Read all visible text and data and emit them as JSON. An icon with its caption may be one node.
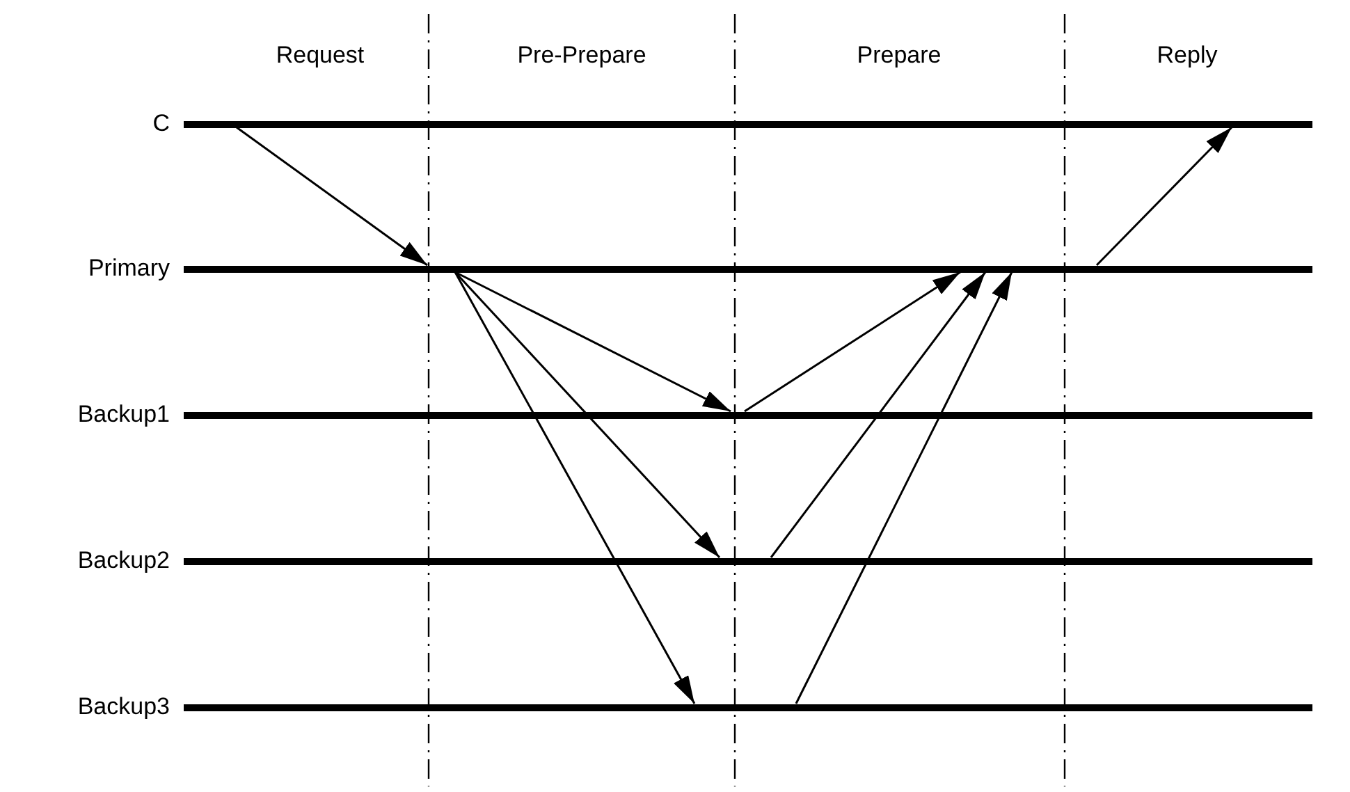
{
  "diagram": {
    "nodes": [
      {
        "text": [],
        "shape": "bar",
        "beside": [
          "C"
        ]
      },
      {
        "text": [],
        "shape": "bar",
        "beside": [
          "Primary"
        ]
      },
      {
        "text": [],
        "shape": "bar",
        "beside": [
          "Backup1"
        ]
      },
      {
        "text": [],
        "shape": "bar",
        "beside": [
          "Backup2"
        ]
      },
      {
        "text": [],
        "shape": "bar",
        "beside": [
          "Backup3"
        ]
      }
    ],
    "edges": [
      {
        "from": 0,
        "to": 1,
        "arrow": "to"
      },
      {
        "from": 1,
        "to": 2,
        "arrow": "to"
      },
      {
        "from": 1,
        "to": 3,
        "arrow": "to"
      },
      {
        "from": 1,
        "to": 4,
        "arrow": "to"
      },
      {
        "from": 2,
        "to": 1,
        "arrow": "to"
      },
      {
        "from": 3,
        "to": 1,
        "arrow": "to"
      },
      {
        "from": 4,
        "to": 1,
        "arrow": "to"
      },
      {
        "from": 1,
        "to": 0,
        "arrow": "to"
      }
    ],
    "labels": [
      "Request",
      "Pre-Prepare",
      "Prepare",
      "Reply"
    ]
  }
}
